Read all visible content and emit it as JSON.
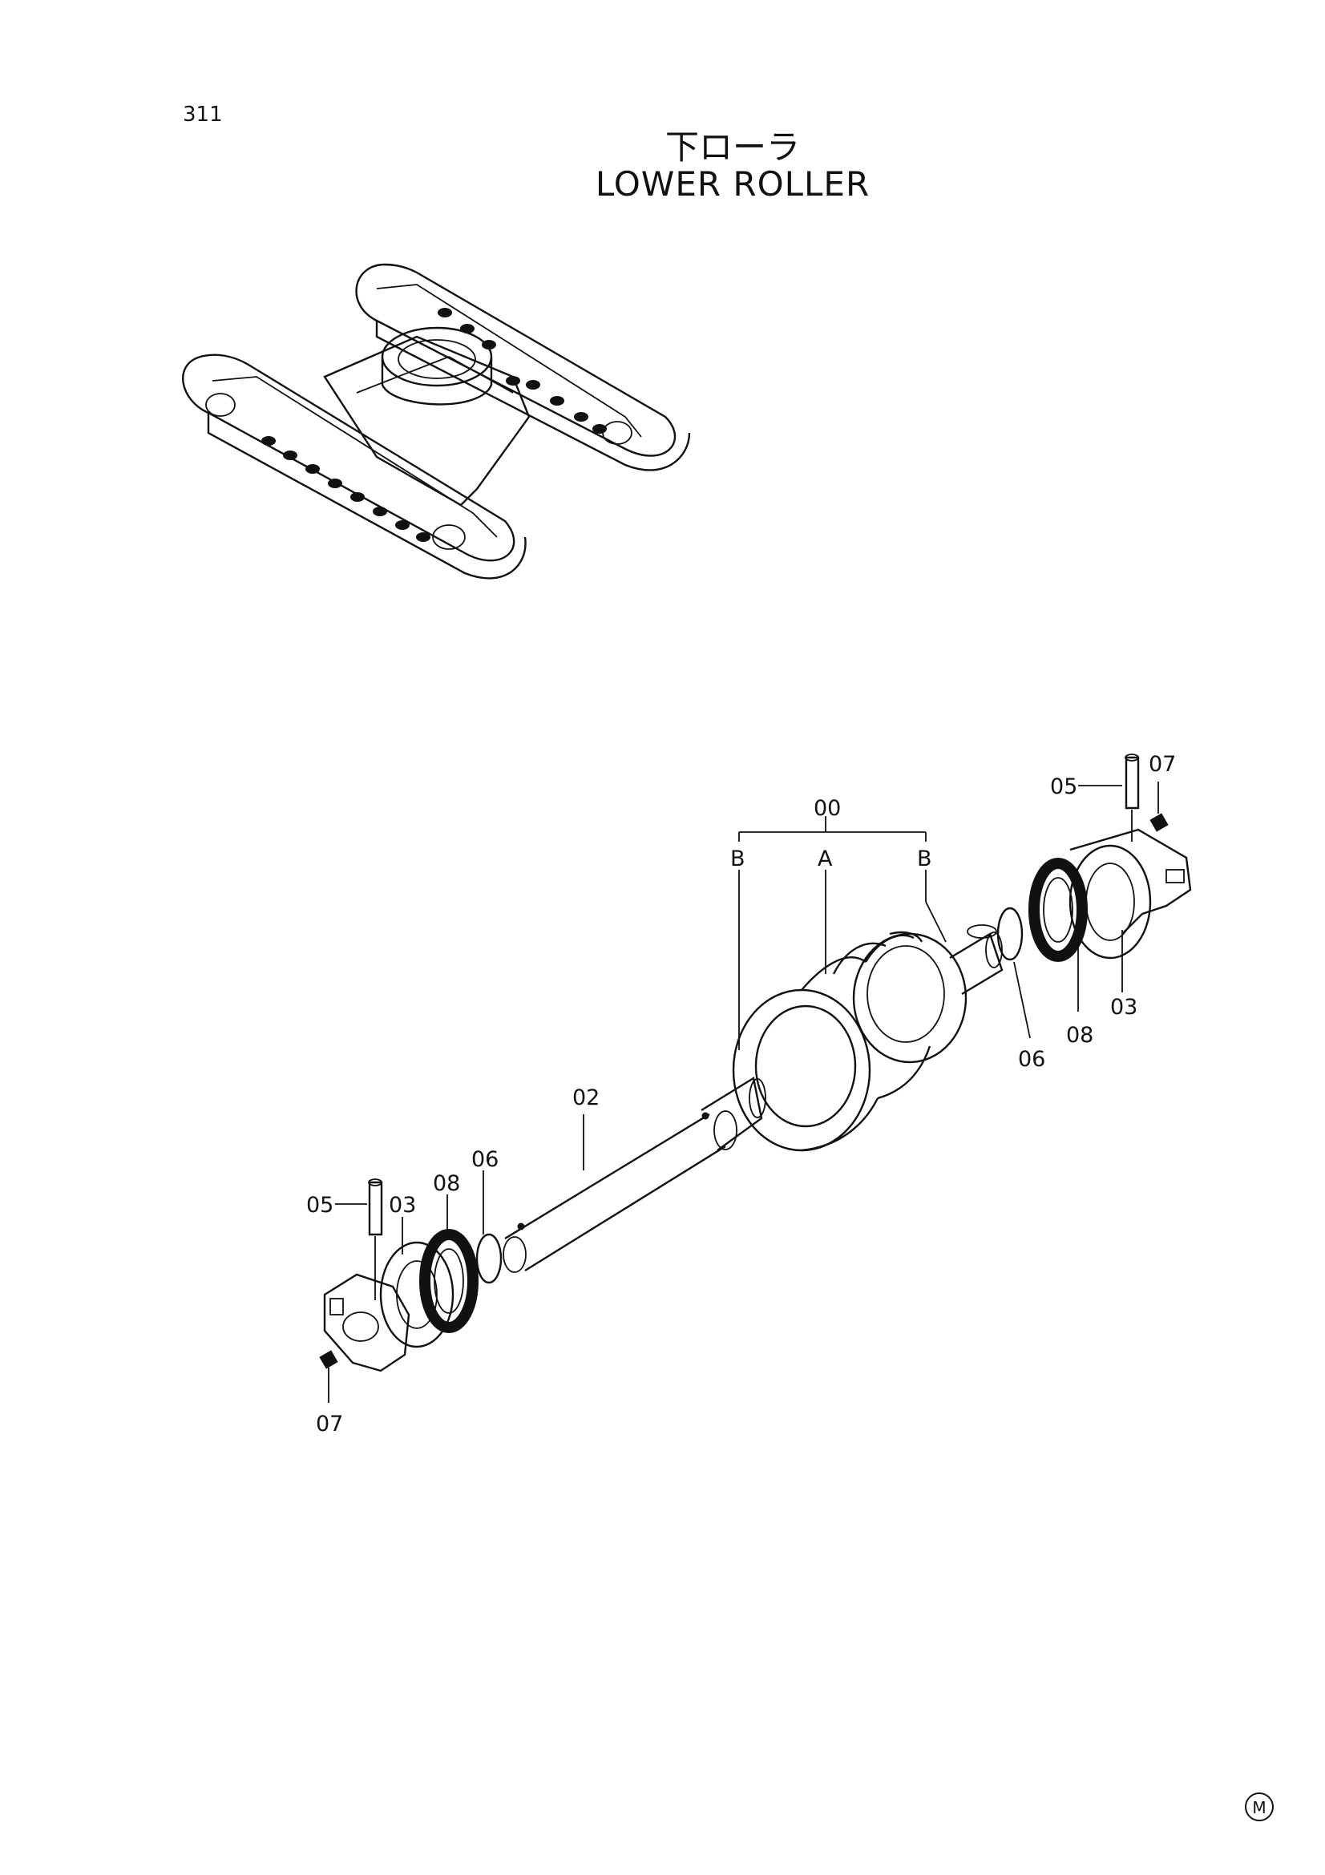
{
  "page_number": "311",
  "title_jp": "下ローラ",
  "title_en": "LOWER ROLLER",
  "corner_mark": "M",
  "parts": {
    "assembly": "00",
    "sub_a": "A",
    "sub_b_left": "B",
    "sub_b_right": "B",
    "shaft": "02",
    "collar_left": "03",
    "collar_right": "03",
    "pin_left": "05",
    "pin_right": "05",
    "oring_left": "06",
    "oring_right": "06",
    "plug_left": "07",
    "plug_right": "07",
    "seal_left": "08",
    "seal_right": "08"
  }
}
